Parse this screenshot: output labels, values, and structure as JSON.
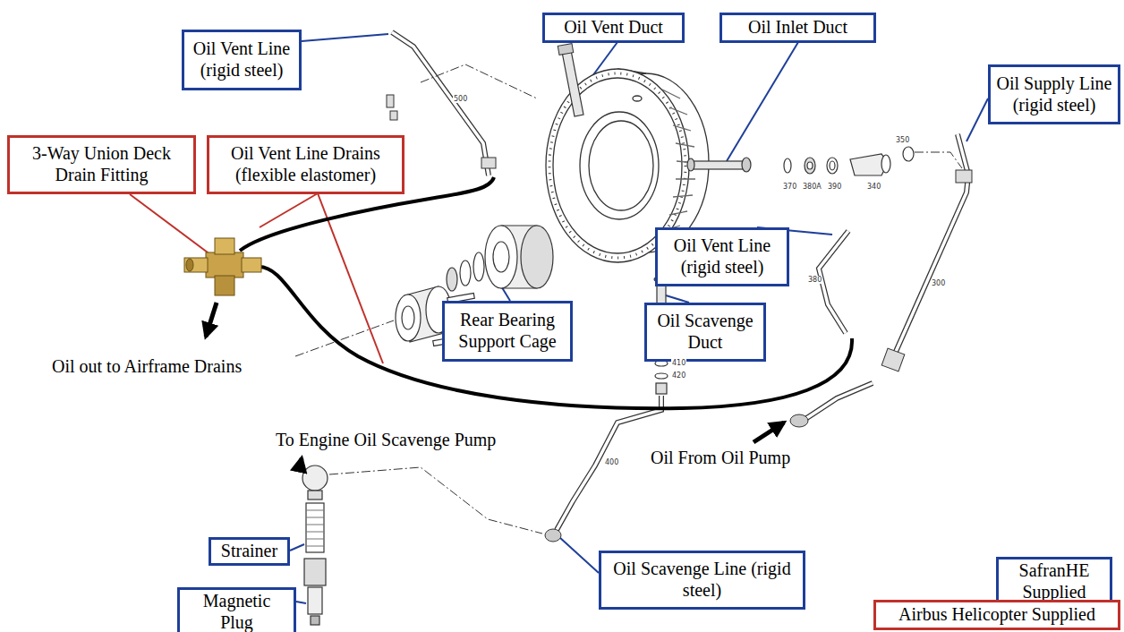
{
  "diagram": {
    "nodes": [
      {
        "text": [
          "Oil Vent Duct"
        ]
      },
      {
        "text": [
          "Oil Inlet Duct"
        ]
      },
      {
        "text": [
          "Oil Vent Line (rigid steel)"
        ]
      },
      {
        "text": [
          "Oil Supply Line (rigid steel)"
        ]
      },
      {
        "text": [
          "3-Way Union Deck Drain Fitting"
        ]
      },
      {
        "text": [
          "Oil Vent Line Drains (flexible elastomer)"
        ]
      },
      {
        "text": [
          "Oil Vent Line (rigid steel)"
        ]
      },
      {
        "text": [
          "Rear Bearing Support Cage"
        ]
      },
      {
        "text": [
          "Oil Scavenge Duct"
        ]
      },
      {
        "text": [
          "Strainer"
        ]
      },
      {
        "text": [
          "Oil Scavenge Line (rigid steel)"
        ]
      },
      {
        "text": [
          "Magnetic Plug"
        ]
      }
    ],
    "labels": [
      "Oil out to Airframe Drains",
      "To Engine Oil Scavenge Pump",
      "Oil From Oil Pump",
      "500",
      "350",
      "370",
      "380A",
      "390",
      "340",
      "380",
      "300",
      "410",
      "420",
      "400"
    ],
    "legend": [
      {
        "text": "SafranHE Supplied"
      },
      {
        "text": "Airbus Helicopter Supplied"
      }
    ]
  }
}
